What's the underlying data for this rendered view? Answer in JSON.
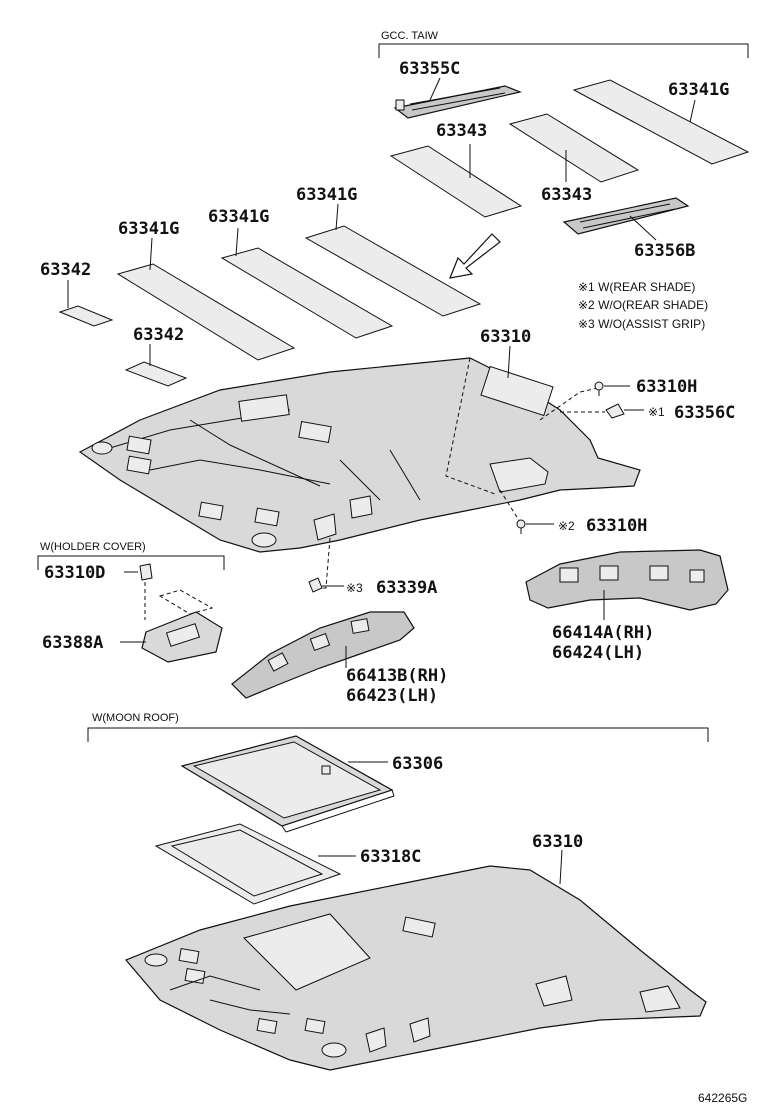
{
  "groups": {
    "gcc_taiw": "GCC. TAIW",
    "holder_cover": "W(HOLDER COVER)",
    "moon_roof": "W(MOON ROOF)"
  },
  "notes": {
    "n1": "※1 W(REAR SHADE)",
    "n2": "※2 W/O(REAR SHADE)",
    "n3": "※3 W/O(ASSIST GRIP)"
  },
  "markers": {
    "m1": "※1",
    "m2": "※2",
    "m3": "※3"
  },
  "parts": {
    "p63355C": "63355C",
    "p63341G_a": "63341G",
    "p63343_a": "63343",
    "p63343_b": "63343",
    "p63356B": "63356B",
    "p63341G_b": "63341G",
    "p63341G_c": "63341G",
    "p63341G_d": "63341G",
    "p63342_a": "63342",
    "p63342_b": "63342",
    "p63310_a": "63310",
    "p63310H_a": "63310H",
    "p63356C": "63356C",
    "p63310H_b": "63310H",
    "p63310D": "63310D",
    "p63339A": "63339A",
    "p63388A": "63388A",
    "p66414A": "66414A(RH)",
    "p66424": "66424(LH)",
    "p66413B": "66413B(RH)",
    "p66423": "66423(LH)",
    "p63306": "63306",
    "p63318C": "63318C",
    "p63310_b": "63310"
  },
  "drawing_id": "642265G"
}
